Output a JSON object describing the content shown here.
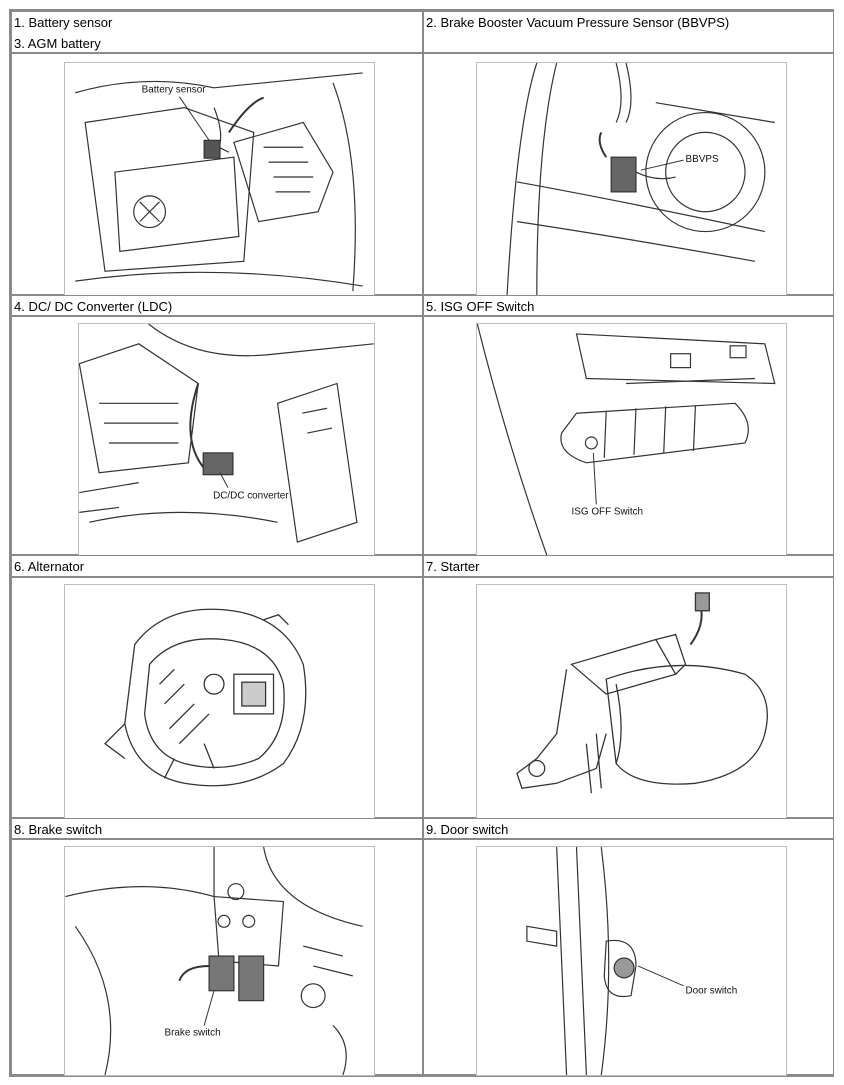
{
  "sections": [
    {
      "label_lines": [
        "1. Battery sensor",
        "3. AGM battery"
      ],
      "callout": "Battery sensor"
    },
    {
      "label_lines": [
        "2. Brake Booster Vacuum Pressure Sensor (BBVPS)"
      ],
      "callout": "BBVPS"
    },
    {
      "label_lines": [
        "4. DC/ DC Converter (LDC)"
      ],
      "callout": "DC/DC converter"
    },
    {
      "label_lines": [
        "5. ISG OFF Switch"
      ],
      "callout": "ISG OFF Switch"
    },
    {
      "label_lines": [
        "6. Alternator"
      ],
      "callout": ""
    },
    {
      "label_lines": [
        "7. Starter"
      ],
      "callout": ""
    },
    {
      "label_lines": [
        "8. Brake switch"
      ],
      "callout": "Brake switch"
    },
    {
      "label_lines": [
        "9. Door switch"
      ],
      "callout": "Door switch"
    }
  ]
}
